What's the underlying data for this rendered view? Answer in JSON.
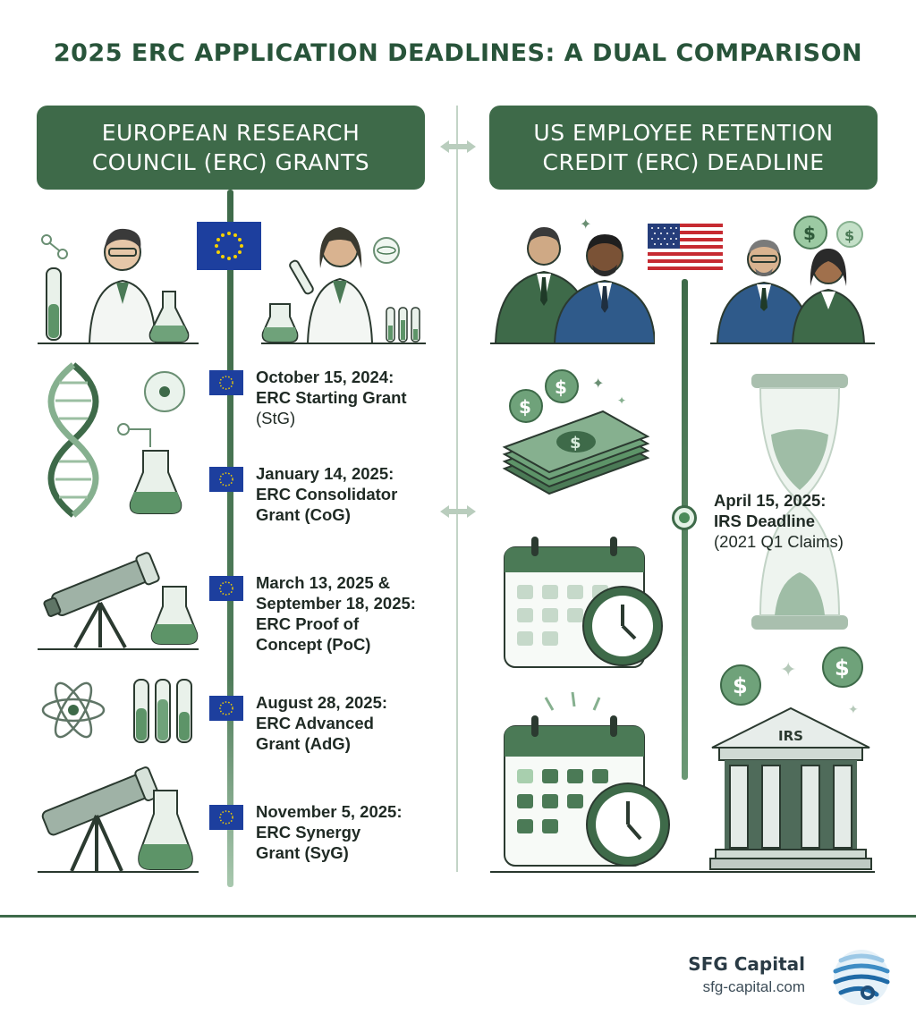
{
  "title": "2025 ERC APPLICATION DEADLINES: A DUAL COMPARISON",
  "left_panel": {
    "heading_line1": "EUROPEAN RESEARCH",
    "heading_line2": "COUNCIL (ERC) GRANTS",
    "entries": [
      {
        "date": "October 15, 2024:",
        "name": "ERC Starting Grant",
        "abbr": "(StG)"
      },
      {
        "date": "January 14, 2025:",
        "name": "ERC Consolidator",
        "abbr": "Grant (CoG)"
      },
      {
        "date": "March 13, 2025 &",
        "date2": "September 18, 2025:",
        "name": "ERC Proof of",
        "abbr": "Concept (PoC)"
      },
      {
        "date": "August 28, 2025:",
        "name": "ERC Advanced",
        "abbr": "Grant (AdG)"
      },
      {
        "date": "November 5, 2025:",
        "name": "ERC Synergy",
        "abbr": "Grant (SyG)"
      }
    ]
  },
  "right_panel": {
    "heading_line1": "US EMPLOYEE RETENTION",
    "heading_line2": "CREDIT (ERC) DEADLINE",
    "entry": {
      "date": "April 15, 2025:",
      "name": "IRS Deadline",
      "note": "(2021 Q1 Claims)"
    },
    "building_label": "IRS"
  },
  "footer": {
    "brand": "SFG Capital",
    "url": "sfg-capital.com"
  },
  "icons": [
    "scientist-icon",
    "eu-flag-icon",
    "us-flag-icon",
    "businessperson-icon",
    "dna-icon",
    "flask-icon",
    "telescope-icon",
    "atom-icon",
    "test-tube-icon",
    "money-stack-icon",
    "dollar-coin-icon",
    "calendar-icon",
    "clock-icon",
    "hourglass-icon",
    "bank-building-icon",
    "globe-logo-icon"
  ],
  "colors": {
    "primary_green": "#3e6a49",
    "title_green": "#28543a",
    "eu_blue": "#1d3f9e",
    "eu_star": "#f5d000",
    "text_dark": "#1f2a24"
  }
}
